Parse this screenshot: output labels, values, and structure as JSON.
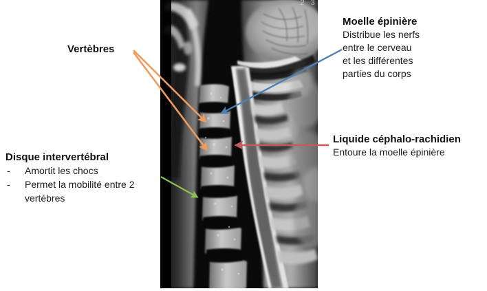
{
  "figure": {
    "type": "annotated-medical-image",
    "subject": "Sagittal cervical spine MRI with French anatomical labels",
    "scanner_overlay": "2 3"
  },
  "annotations": {
    "moelle": {
      "title": "Moelle épinière",
      "lines": [
        "Distribue les nerfs",
        "entre le cerveau",
        "et les différentes",
        "parties du corps"
      ],
      "arrow_color": "#4A80B4",
      "arrow_name": "blue-arrow-spinal-cord"
    },
    "liquide": {
      "title": "Liquide céphalo-rachidien",
      "lines": [
        "Entoure la moelle épinière"
      ],
      "arrow_color": "#C45A5A",
      "arrow_name": "red-arrow-csf"
    },
    "vertebres": {
      "title": "Vertèbres",
      "lines": [],
      "arrow_color": "#EE9C5E",
      "arrow_name": "orange-arrows-vertebrae"
    },
    "disque": {
      "title": "Disque intervertébral",
      "bullets": [
        "Amortit les chocs",
        "Permet la mobilité entre 2"
      ],
      "bullet_wrap": "vertèbres",
      "bullet_marker": "-",
      "arrow_color": "#8CC152",
      "arrow_name": "green-arrow-disc"
    }
  },
  "colors": {
    "blue": "#4A80B4",
    "red": "#C45A5A",
    "orange": "#EE9C5E",
    "green": "#8CC152",
    "text": "#1a1a1a",
    "background": "#ffffff",
    "image_frame": "#000000"
  }
}
